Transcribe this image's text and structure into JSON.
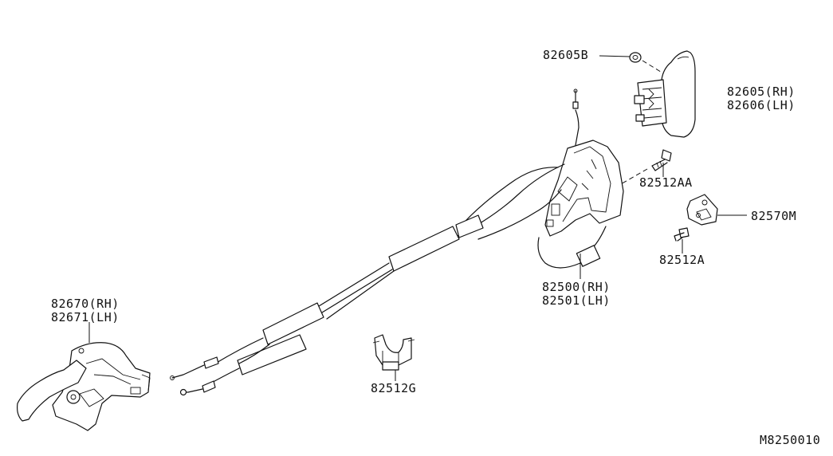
{
  "diagram": {
    "ref_code": "M8250010",
    "labels": {
      "p82605B": "82605B",
      "p82605": "82605(RH)",
      "p82606": "82606(LH)",
      "p82512AA": "82512AA",
      "p82570M": "82570M",
      "p82512A": "82512A",
      "p82500": "82500(RH)",
      "p82501": "82501(LH)",
      "p82670": "82670(RH)",
      "p82671": "82671(LH)",
      "p82512G": "82512G"
    }
  }
}
